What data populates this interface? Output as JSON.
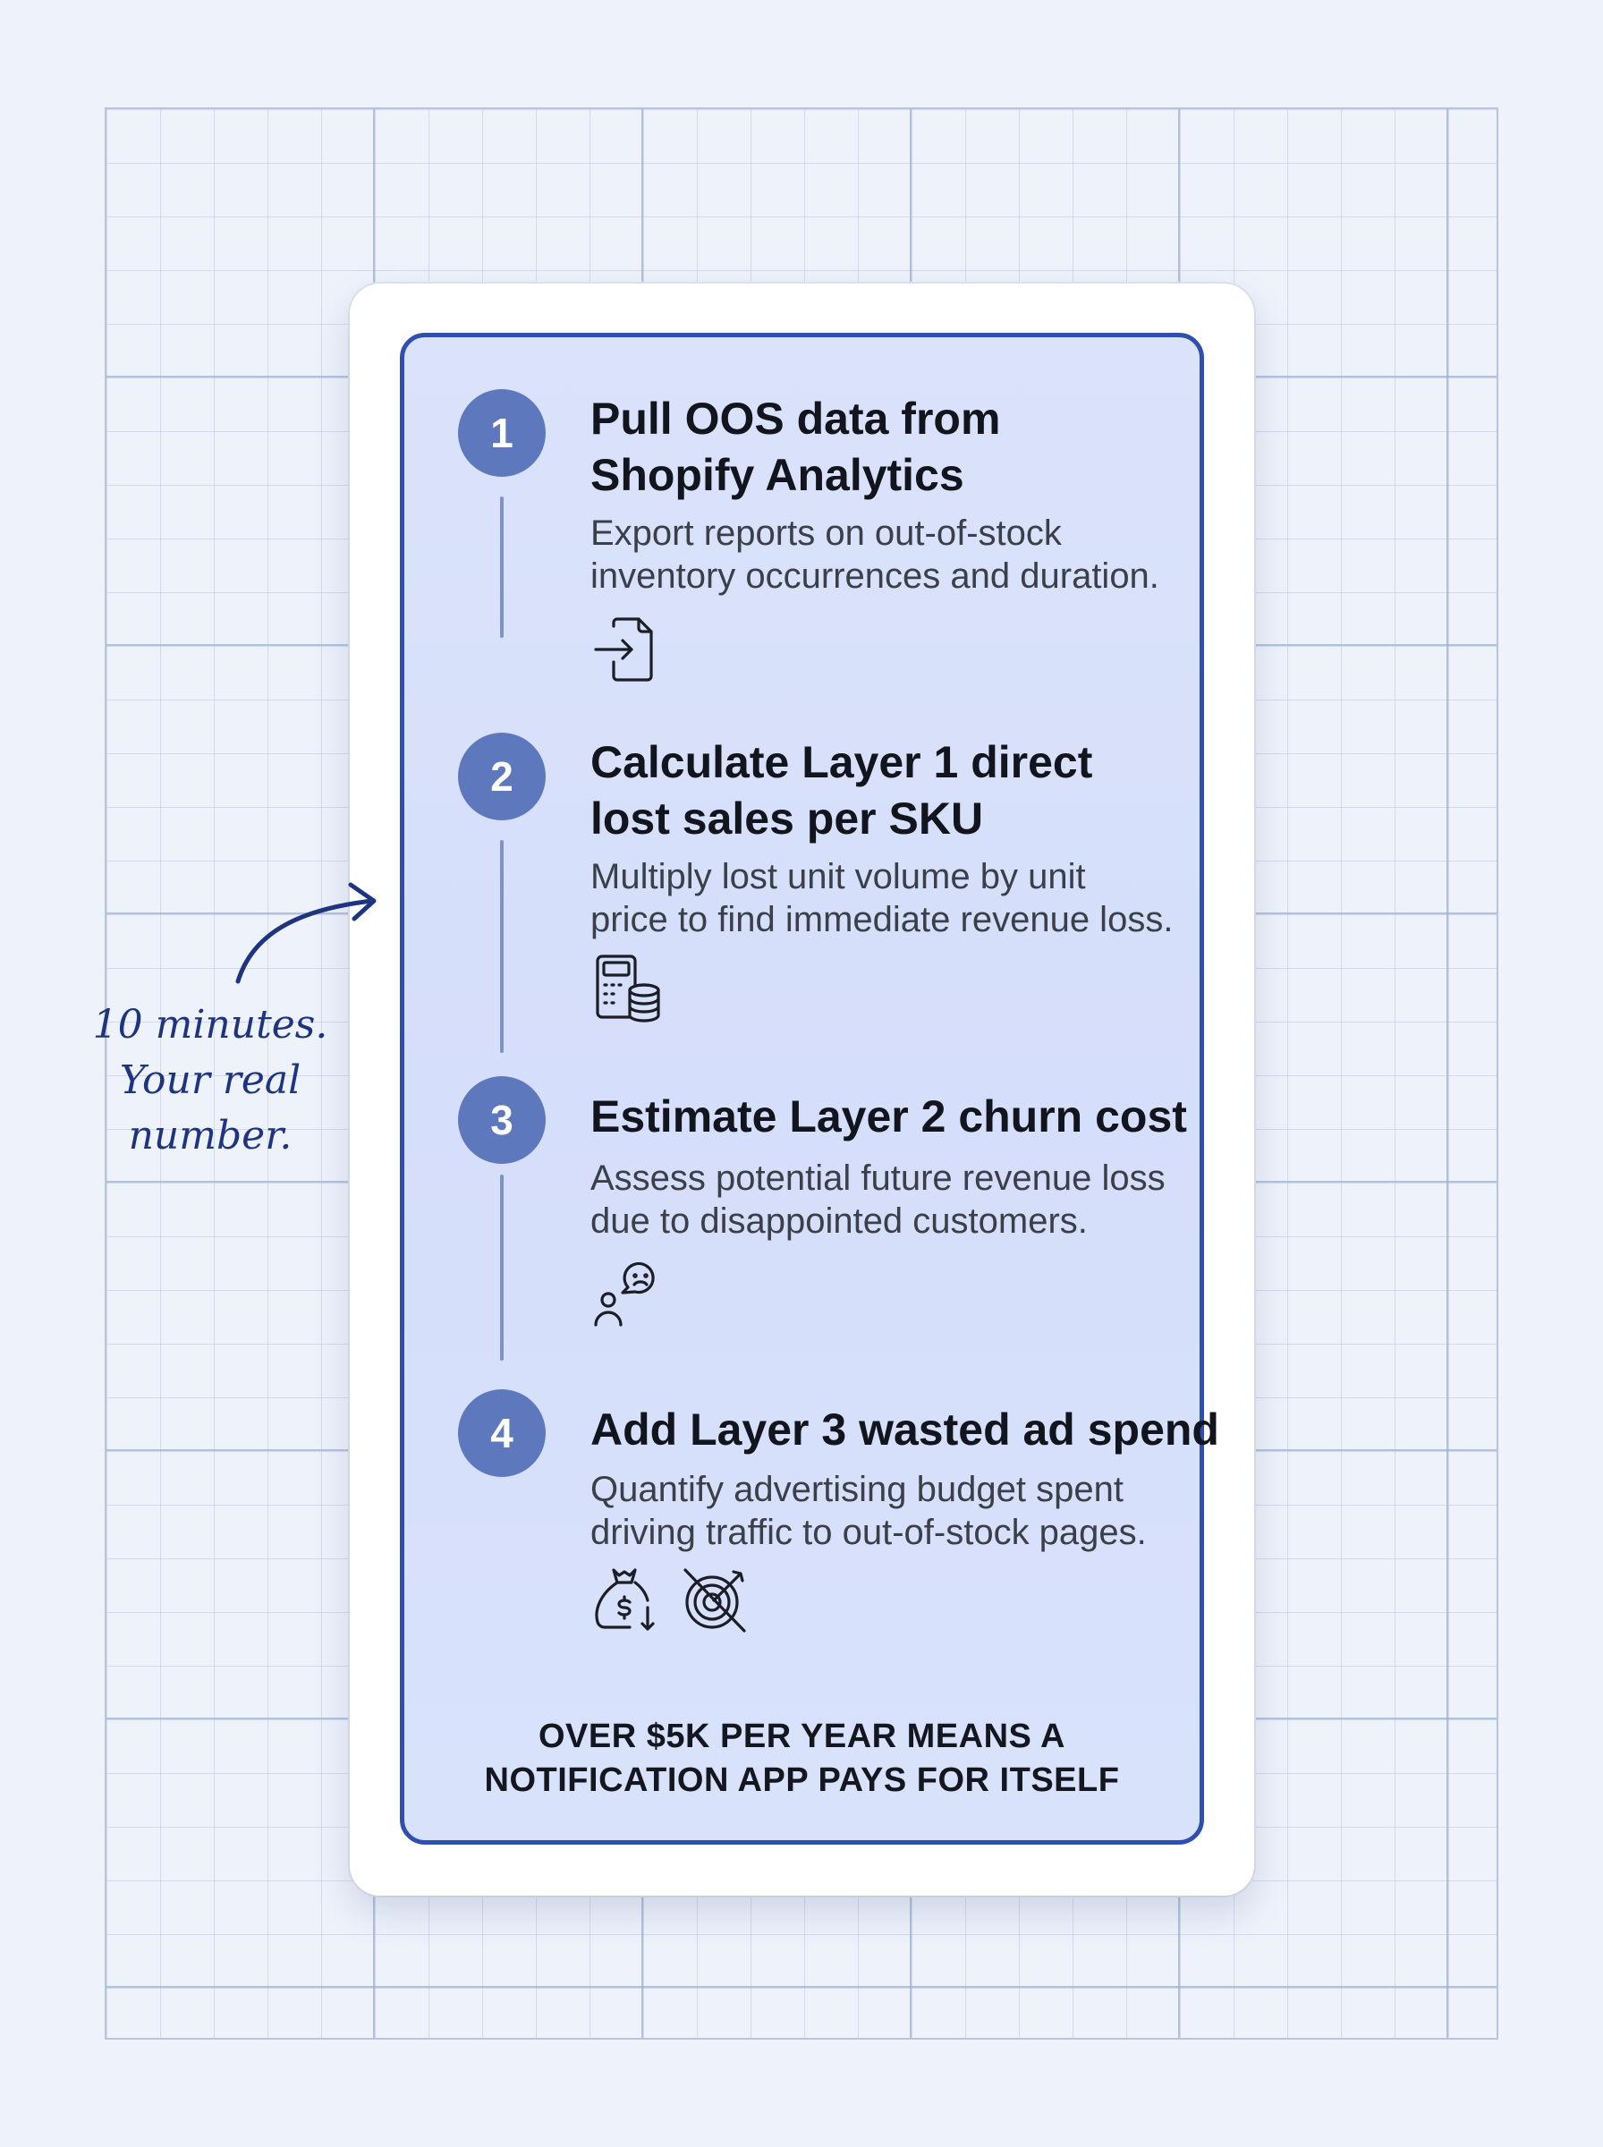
{
  "steps": [
    {
      "number": "1",
      "title_lines": [
        "Pull OOS data from",
        "Shopify Analytics"
      ],
      "desc_lines": [
        "Export reports on out-of-stock",
        "inventory occurrences and duration."
      ],
      "icons": [
        "file-import-icon"
      ]
    },
    {
      "number": "2",
      "title_lines": [
        "Calculate Layer 1 direct",
        "lost sales per SKU"
      ],
      "desc_lines": [
        "Multiply lost unit volume by unit",
        "price to find immediate revenue loss."
      ],
      "icons": [
        "calculator-coins-icon"
      ]
    },
    {
      "number": "3",
      "title_lines": [
        "Estimate Layer 2 churn cost"
      ],
      "desc_lines": [
        "Assess potential future revenue loss",
        "due to disappointed customers."
      ],
      "icons": [
        "unhappy-customer-icon"
      ]
    },
    {
      "number": "4",
      "title_lines": [
        "Add Layer 3 wasted ad spend"
      ],
      "desc_lines": [
        "Quantify advertising budget spent",
        "driving traffic to out-of-stock pages."
      ],
      "icons": [
        "money-bag-down-icon",
        "target-crossed-icon"
      ]
    }
  ],
  "footer": {
    "lines": [
      "OVER $5K PER YEAR MEANS A",
      "NOTIFICATION APP PAYS FOR ITSELF"
    ]
  },
  "annotation": {
    "lines": [
      "10 minutes.",
      "Your real",
      "number."
    ]
  },
  "colors": {
    "background": "#edf2fb",
    "panel_border": "#2f4fb0",
    "panel_fill": "#d8e1fa",
    "badge": "#5e78bd",
    "annotation_ink": "#1e3480",
    "title_text": "#12151d"
  }
}
